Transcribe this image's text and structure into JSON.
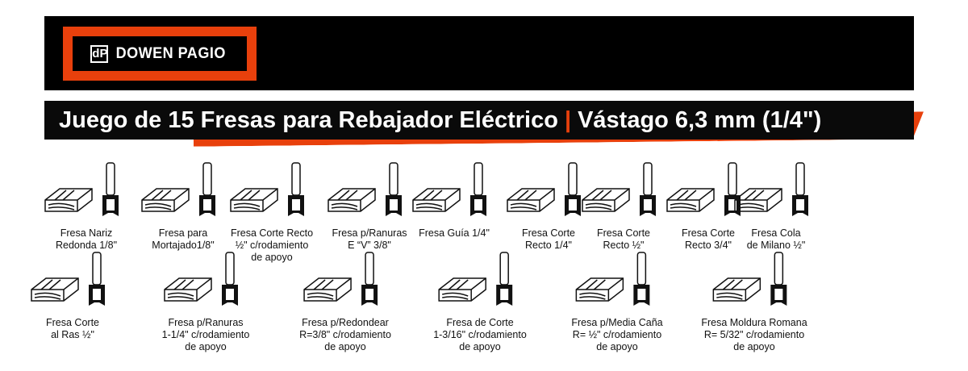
{
  "brand": {
    "name": "DOWEN PAGIO",
    "mark": "dP",
    "accent": "#e8400c"
  },
  "title": {
    "main": "Juego de 15 Fresas para Rebajador Eléctrico",
    "separator": "|",
    "spec": "Vástago 6,3 mm (1/4\")"
  },
  "row1": [
    {
      "l1": "Fresa Nariz",
      "l2": "Redonda 1/8\"",
      "l3": ""
    },
    {
      "l1": "Fresa para",
      "l2": "Mortajado1/8\"",
      "l3": ""
    },
    {
      "l1": "Fresa Corte Recto",
      "l2": "½\" c/rodamiento",
      "l3": "de apoyo"
    },
    {
      "l1": "Fresa p/Ranuras",
      "l2": "E “V” 3/8\"",
      "l3": ""
    },
    {
      "l1": "Fresa Guía 1/4\"",
      "l2": "",
      "l3": ""
    },
    {
      "l1": "Fresa Corte",
      "l2": "Recto 1/4\"",
      "l3": ""
    },
    {
      "l1": "Fresa Corte",
      "l2": "Recto ½\"",
      "l3": ""
    },
    {
      "l1": "Fresa Corte",
      "l2": "Recto 3/4\"",
      "l3": ""
    },
    {
      "l1": "Fresa Cola",
      "l2": "de Milano ½\"",
      "l3": ""
    }
  ],
  "row2": [
    {
      "l1": "Fresa Corte",
      "l2": "al Ras ½\"",
      "l3": ""
    },
    {
      "l1": "Fresa p/Ranuras",
      "l2": "1-1/4\" c/rodamiento",
      "l3": "de apoyo"
    },
    {
      "l1": "Fresa p/Redondear",
      "l2": "R=3/8\" c/rodamiento",
      "l3": "de apoyo"
    },
    {
      "l1": "Fresa de Corte",
      "l2": "1-3/16\" c/rodamiento",
      "l3": "de apoyo"
    },
    {
      "l1": "Fresa p/Media Caña",
      "l2": "R= ½\" c/rodamiento",
      "l3": "de apoyo"
    },
    {
      "l1": "Fresa Moldura Romana",
      "l2": "R= 5/32\" c/rodamiento",
      "l3": "de apoyo"
    }
  ]
}
